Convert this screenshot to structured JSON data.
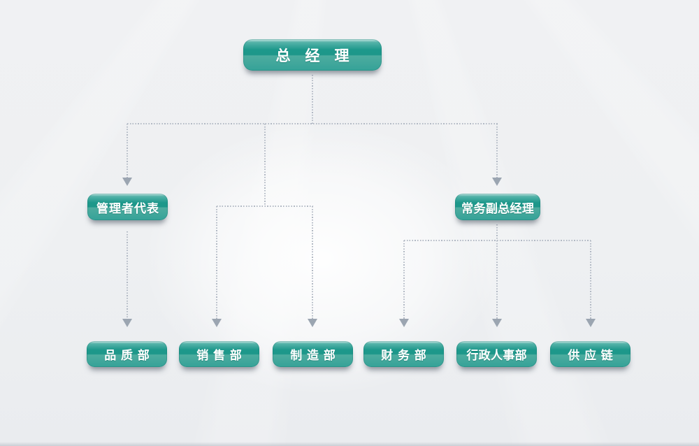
{
  "org": {
    "root": {
      "label": "总经理"
    },
    "level2": [
      {
        "label": "管理者代表"
      },
      {
        "label": "常务副总经理"
      }
    ],
    "departments": [
      {
        "label": "品质部"
      },
      {
        "label": "销售部"
      },
      {
        "label": "制造部"
      },
      {
        "label": "财务部"
      },
      {
        "label": "行政人事部"
      },
      {
        "label": "供应链"
      }
    ],
    "hierarchy": {
      "总经理": [
        "管理者代表",
        "销售部",
        "制造部",
        "常务副总经理"
      ],
      "管理者代表": [
        "品质部"
      ],
      "常务副总经理": [
        "财务部",
        "行政人事部",
        "供应链"
      ]
    },
    "colors": {
      "node_teal": "#1d9a8d",
      "node_teal_light": "#4dac9f",
      "node_text": "#ffffff",
      "connector_dots": "#b2b9c4",
      "arrowhead": "#9ba5b1",
      "background": "#eef0f2"
    }
  }
}
